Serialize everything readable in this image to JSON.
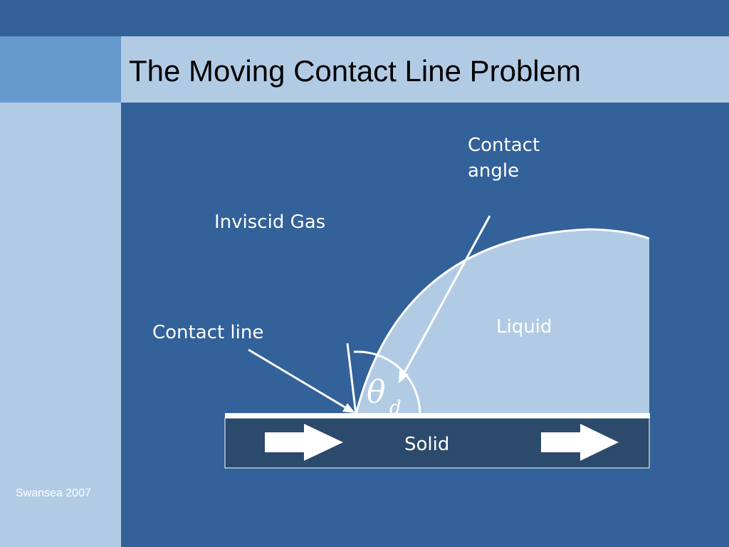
{
  "slide": {
    "title": "The Moving Contact Line Problem",
    "footer": "Swansea 2007"
  },
  "diagram": {
    "labels": {
      "contact_angle": "Contact angle",
      "inviscid_gas": "Inviscid Gas",
      "contact_line": "Contact line",
      "liquid": "Liquid",
      "solid": "Solid"
    },
    "angle_symbol": "θ",
    "angle_subscript": "d"
  },
  "colors": {
    "background": "#336199",
    "title_band": "#b2cbe5",
    "corner_block": "#6699cc",
    "liquid": "#b2cbe5",
    "solid": "#2c4a6b",
    "lines": "#ffffff"
  }
}
